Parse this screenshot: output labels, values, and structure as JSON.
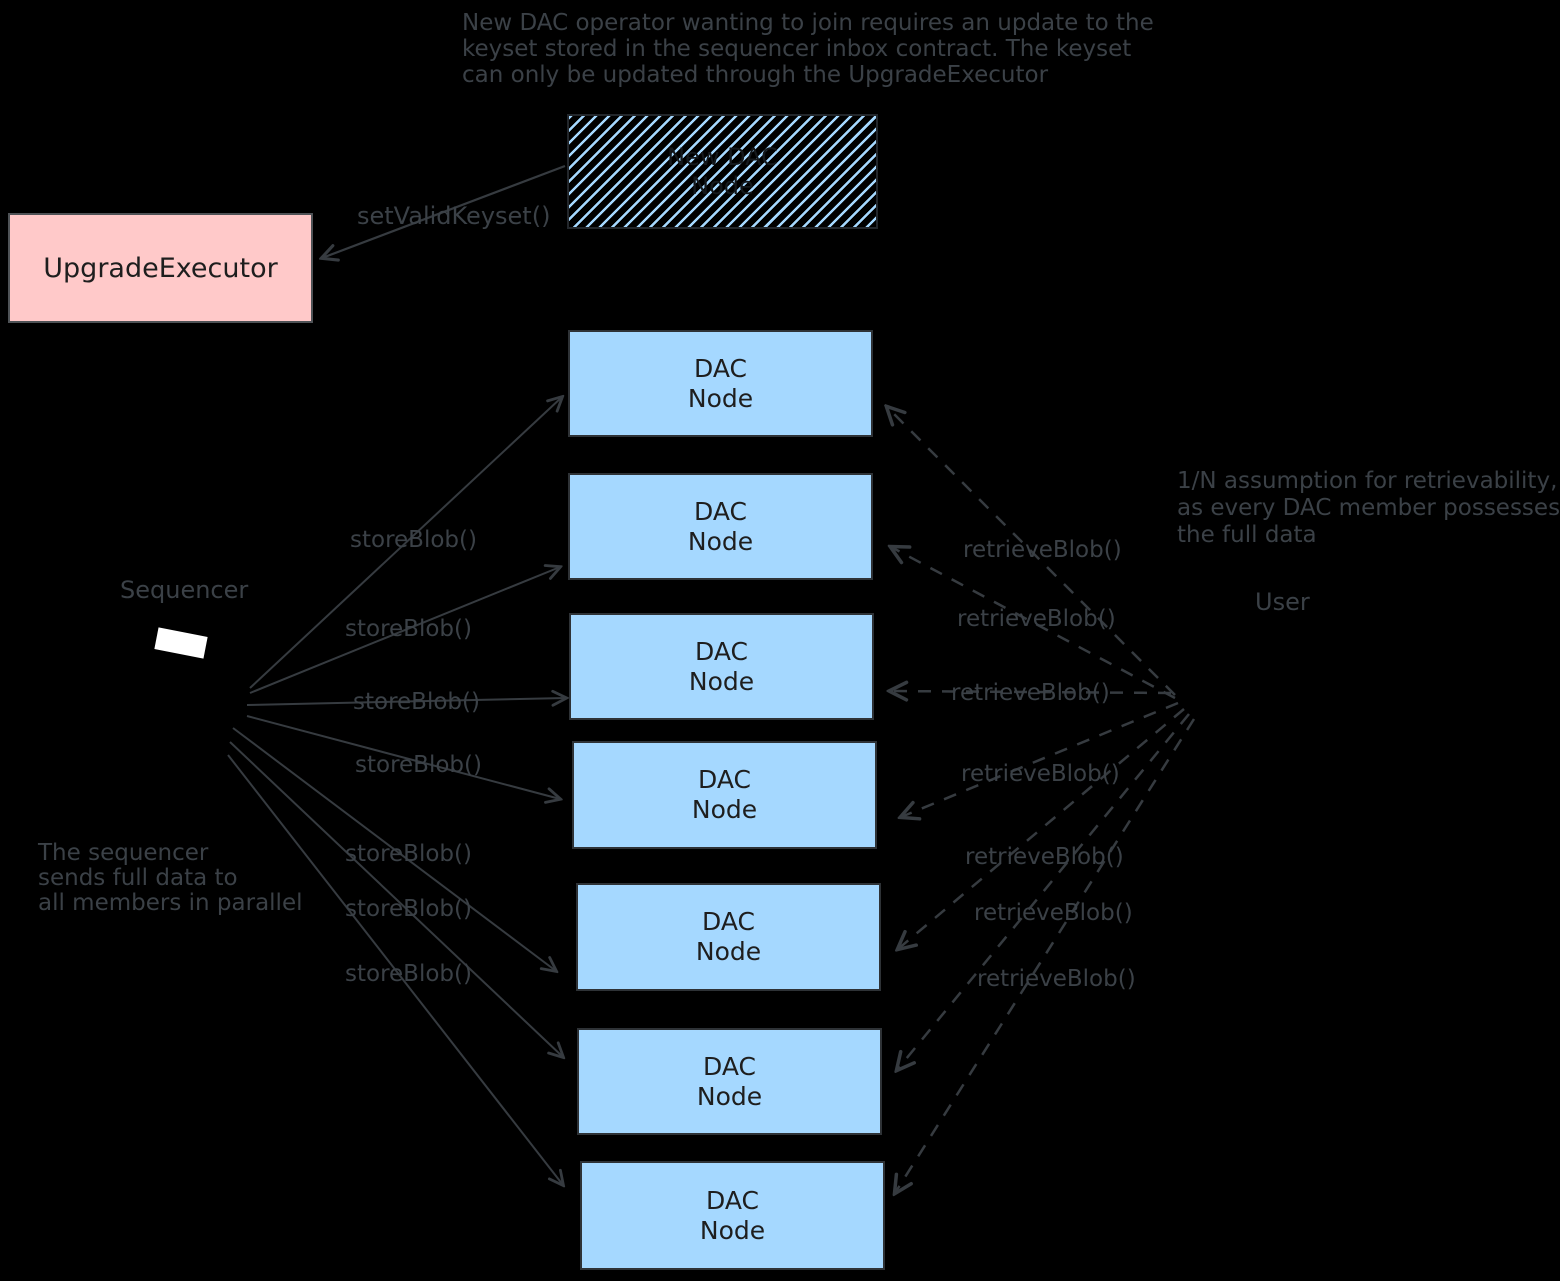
{
  "diagram": {
    "background": "#000000",
    "colors": {
      "node_fill": "#a5d8ff",
      "executor_fill": "#ffc9c9",
      "hatch_stripe": "#a5d8ff",
      "box_ink": "#1e1e1e",
      "annotation_ink": "#3b4147"
    },
    "top_note": [
      "New DAC operator wanting to join requires an update to the",
      "keyset stored in the sequencer inbox contract. The keyset",
      "can only be updated through the UpgradeExecutor"
    ],
    "right_note": [
      "1/N assumption for retrievability,",
      "as every DAC member possesses",
      "the full data"
    ],
    "left_note": [
      "The sequencer",
      "sends full data to",
      "all members in parallel"
    ],
    "sequencer_label": "Sequencer",
    "user_label": "User",
    "upgrade_executor_label": "UpgradeExecutor",
    "new_dac_node": {
      "line1": "New DAC",
      "line2": "Node"
    },
    "dac_nodes": [
      {
        "line1": "DAC",
        "line2": "Node"
      },
      {
        "line1": "DAC",
        "line2": "Node"
      },
      {
        "line1": "DAC",
        "line2": "Node"
      },
      {
        "line1": "DAC",
        "line2": "Node"
      },
      {
        "line1": "DAC",
        "line2": "Node"
      },
      {
        "line1": "DAC",
        "line2": "Node"
      },
      {
        "line1": "DAC",
        "line2": "Node"
      }
    ],
    "arrow_labels": {
      "set_valid_keyset": "setValidKeyset()",
      "store": [
        "storeBlob()",
        "storeBlob()",
        "storeBlob()",
        "storeBlob()",
        "storeBlob()",
        "storeBlob()",
        "storeBlob()"
      ],
      "retrieve": [
        "retrieveBlob()",
        "retrieveBlob()",
        "retrieveBlob()",
        "retrieveBlob()",
        "retrieveBlob()",
        "retrieveBlob()",
        "retrieveBlob()"
      ]
    }
  }
}
